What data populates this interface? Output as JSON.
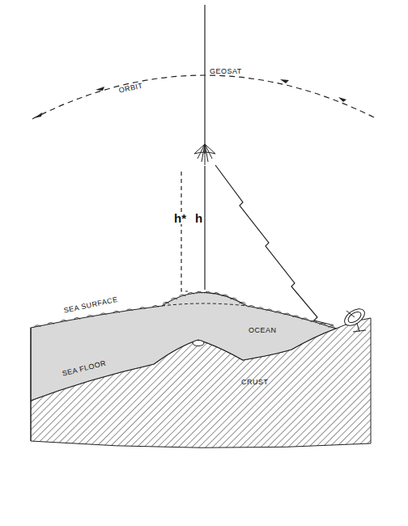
{
  "diagram": {
    "labels": [
      "GEOSAT",
      "ORBIT",
      "h*",
      "h",
      "SEA SURFACE",
      "OCEAN",
      "SEA FLOOR",
      "CRUST"
    ]
  }
}
